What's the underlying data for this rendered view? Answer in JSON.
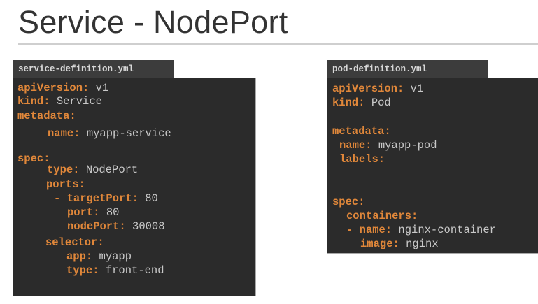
{
  "slide": {
    "title": "Service - NodePort"
  },
  "service_file": {
    "filename": "service-definition.yml",
    "lines": [
      {
        "key": "apiVersion:",
        "value": " v1"
      },
      {
        "key": "kind:",
        "value": " Service"
      },
      {
        "key": "metadata:",
        "value": ""
      },
      {
        "key": "name:",
        "value": " myapp-service"
      },
      {
        "key": "spec:",
        "value": ""
      },
      {
        "key": "type:",
        "value": " NodePort"
      },
      {
        "key": "ports:",
        "value": ""
      },
      {
        "key": "- targetPort:",
        "value": " 80"
      },
      {
        "key": "port:",
        "value": " 80"
      },
      {
        "key": "nodePort:",
        "value": " 30008"
      },
      {
        "key": "selector:",
        "value": ""
      },
      {
        "key": "app:",
        "value": " myapp"
      },
      {
        "key": "type:",
        "value": " front-end"
      }
    ]
  },
  "pod_file": {
    "filename": "pod-definition.yml",
    "lines": [
      {
        "key": "apiVersion:",
        "value": " v1"
      },
      {
        "key": "kind:",
        "value": " Pod"
      },
      {
        "key": "metadata:",
        "value": ""
      },
      {
        "key": "name:",
        "value": " myapp-pod"
      },
      {
        "key": "labels:",
        "value": ""
      },
      {
        "key": "spec:",
        "value": ""
      },
      {
        "key": "containers:",
        "value": ""
      },
      {
        "key": "- name:",
        "value": " nginx-container"
      },
      {
        "key": "image:",
        "value": " nginx"
      }
    ]
  },
  "colors": {
    "key": "#e0873a",
    "value": "#c9c9c9",
    "panel_bg": "#2b2b2b",
    "tab_bg": "#3c3c3c"
  }
}
